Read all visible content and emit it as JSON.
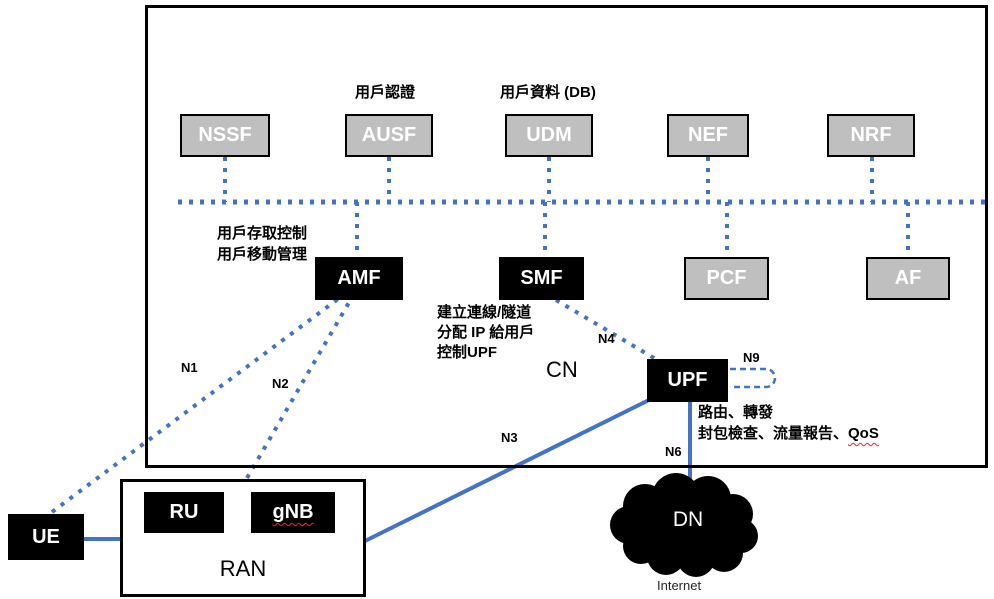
{
  "nodes": {
    "nssf": "NSSF",
    "ausf": "AUSF",
    "udm": "UDM",
    "nef": "NEF",
    "nrf": "NRF",
    "amf": "AMF",
    "smf": "SMF",
    "pcf": "PCF",
    "af": "AF",
    "upf": "UPF",
    "ue": "UE",
    "ru": "RU",
    "gnb": "gNB",
    "ran": "RAN",
    "dn": "DN",
    "cn": "CN"
  },
  "annotations": {
    "ausf_note": "用戶認證",
    "udm_note": "用戶資料 (DB)",
    "amf_note_line1": "用戶存取控制",
    "amf_note_line2": "用戶移動管理",
    "smf_note_line1": "建立連線/隧道",
    "smf_note_line2": "分配 IP 給用戶",
    "smf_note_line3": "控制UPF",
    "upf_note_line1": "路由、轉發",
    "upf_note_line2a": "封包檢查、流量報告、",
    "upf_note_line2b": "QoS",
    "internet": "Internet"
  },
  "interfaces": {
    "n1": "N1",
    "n2": "N2",
    "n3": "N3",
    "n4": "N4",
    "n6": "N6",
    "n9": "N9"
  },
  "colors": {
    "line_blue": "#4472C4",
    "box_gray": "#BFBFBF",
    "box_black": "#000000",
    "squiggle_red": "#FF1F1F"
  }
}
